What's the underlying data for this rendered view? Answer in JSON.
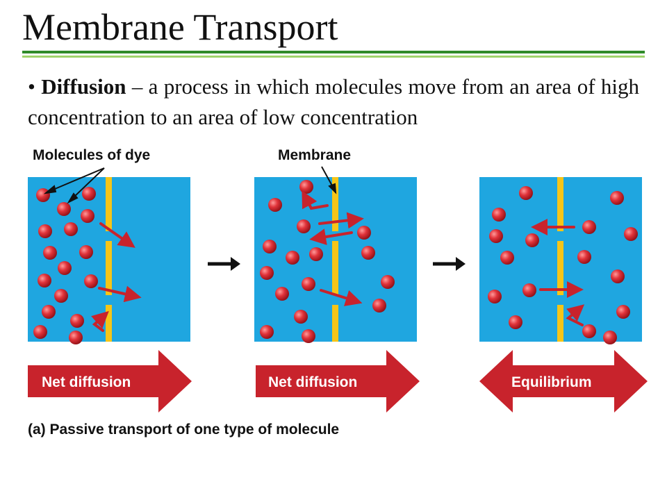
{
  "slide": {
    "title": "Membrane Transport",
    "bullet_marker": "•",
    "bullet_term": "Diffusion",
    "bullet_text": " – a process in which molecules move from an area of high concentration to an area of low concentration"
  },
  "diagram": {
    "labels": {
      "molecules": "Molecules of dye",
      "membrane": "Membrane"
    },
    "panels": [
      {
        "id": "panel-1",
        "arrow_label": "Net diffusion",
        "arrow_type": "right"
      },
      {
        "id": "panel-2",
        "arrow_label": "Net diffusion",
        "arrow_type": "right"
      },
      {
        "id": "panel-3",
        "arrow_label": "Equilibrium",
        "arrow_type": "double"
      }
    ],
    "step_arrow_glyph": "→",
    "caption": "(a) Passive transport of one type of molecule",
    "colors": {
      "water": "#1fa6e0",
      "membrane": "#f5c518",
      "molecule": "#d8262f",
      "arrow": "#c8232c",
      "title_rule": "#2f8a2a",
      "title_rule_light": "#9fd36b"
    }
  }
}
